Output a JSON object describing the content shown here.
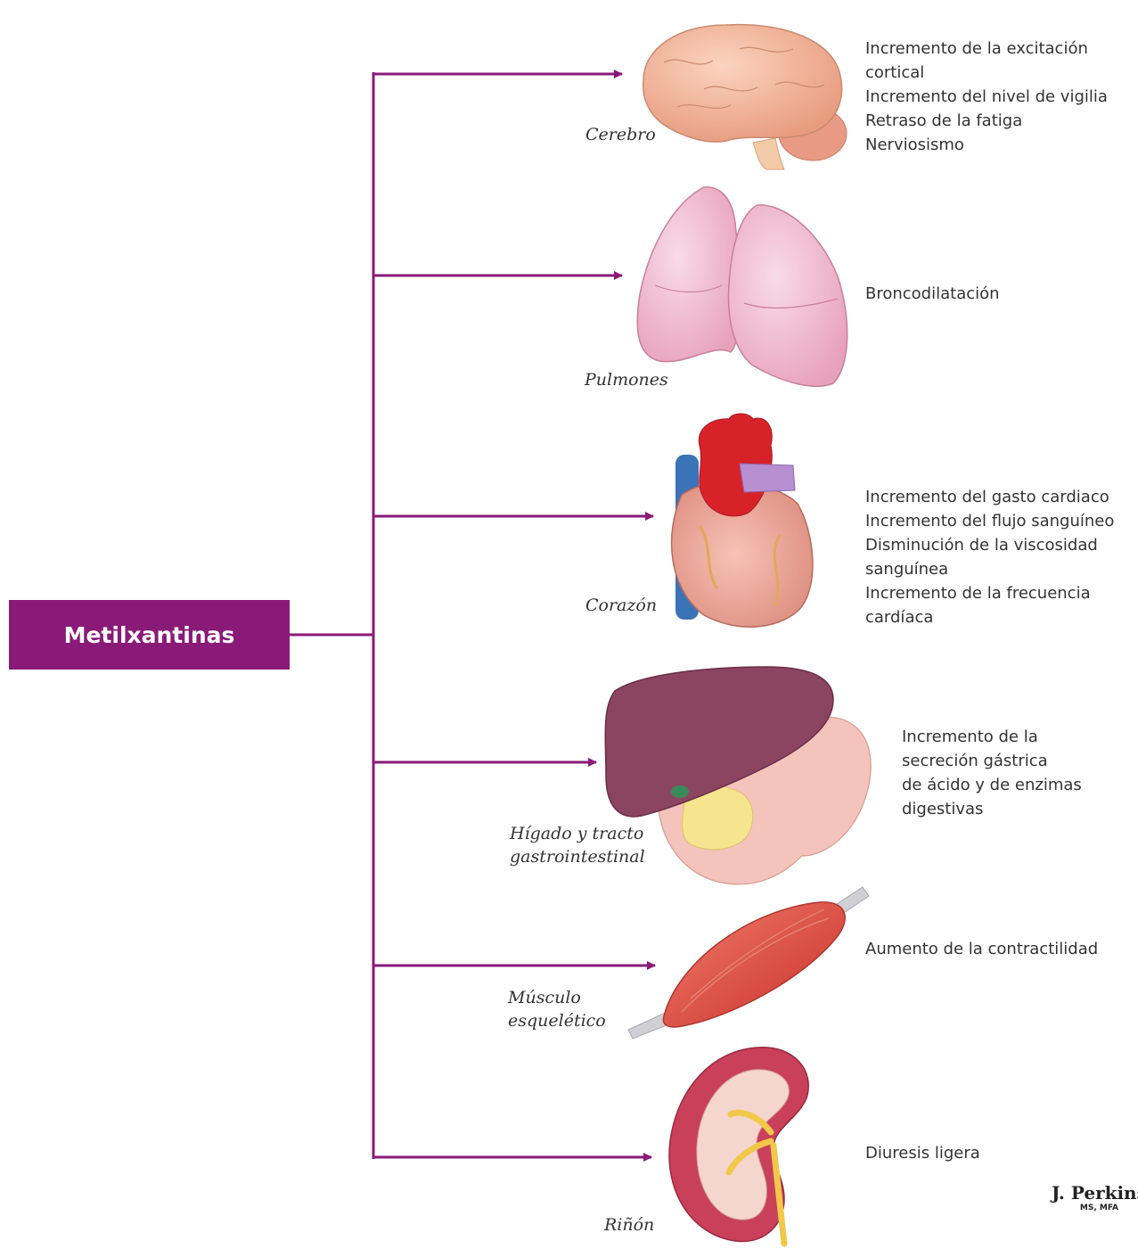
{
  "root": {
    "label": "Metilxantinas"
  },
  "colors": {
    "connector": "#8a1a78",
    "box": "#8a1a78",
    "box_text": "#ffffff"
  },
  "branches": [
    {
      "organ": "Cerebro",
      "effects": [
        "Incremento de la excitación",
        "cortical",
        "Incremento del nivel de vigilia",
        "Retraso de la fatiga",
        "Nerviosismo"
      ]
    },
    {
      "organ": "Pulmones",
      "effects": [
        "Broncodilatación"
      ]
    },
    {
      "organ": "Corazón",
      "effects": [
        "Incremento del gasto cardiaco",
        "Incremento del flujo sanguíneo",
        "Disminución de la viscosidad",
        "sanguínea",
        "Incremento de la frecuencia",
        "cardíaca"
      ]
    },
    {
      "organ_lines": [
        "Hígado y tracto",
        "gastrointestinal"
      ],
      "effects": [
        "Incremento de la",
        "secreción gástrica",
        "de ácido y de enzimas",
        "digestivas"
      ]
    },
    {
      "organ_lines": [
        "Músculo",
        "esquelético"
      ],
      "effects": [
        "Aumento de la contractilidad"
      ]
    },
    {
      "organ": "Riñón",
      "effects": [
        "Diuresis ligera"
      ]
    }
  ],
  "signature": {
    "name": "J. Perkins",
    "credentials": "MS, MFA"
  }
}
